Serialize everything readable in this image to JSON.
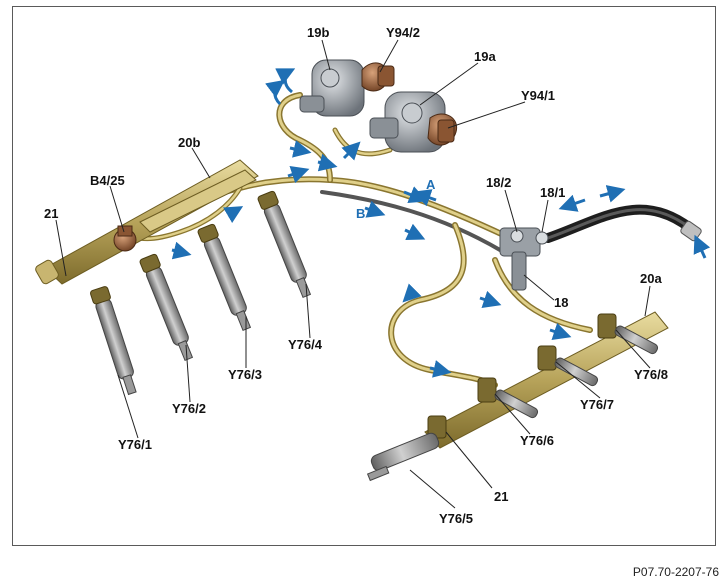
{
  "labels": {
    "pump_b": "19b",
    "valve_2": "Y94/2",
    "pump_a": "19a",
    "valve_1": "Y94/1",
    "rail_b": "20b",
    "sensor": "B4/25",
    "fitting_left": "21",
    "port_2": "18/2",
    "port_1": "18/1",
    "distributor": "18",
    "rail_a": "20a",
    "inj_1": "Y76/1",
    "inj_2": "Y76/2",
    "inj_3": "Y76/3",
    "inj_4": "Y76/4",
    "inj_5": "Y76/5",
    "inj_6": "Y76/6",
    "inj_7": "Y76/7",
    "inj_8": "Y76/8",
    "fitting_right": "21"
  },
  "flow": {
    "a": "A",
    "b": "B"
  },
  "caption": "P07.70-2207-76",
  "colors": {
    "pipe": "#c9b66a",
    "pipe_edge": "#8a7630",
    "rail": "#b7a35a",
    "injector": "#8c8c8c",
    "pump": "#9aa0a6",
    "valve": "#a8704a",
    "flow_arrow": "#1f6fb4",
    "hose": "#2b2b2b"
  }
}
